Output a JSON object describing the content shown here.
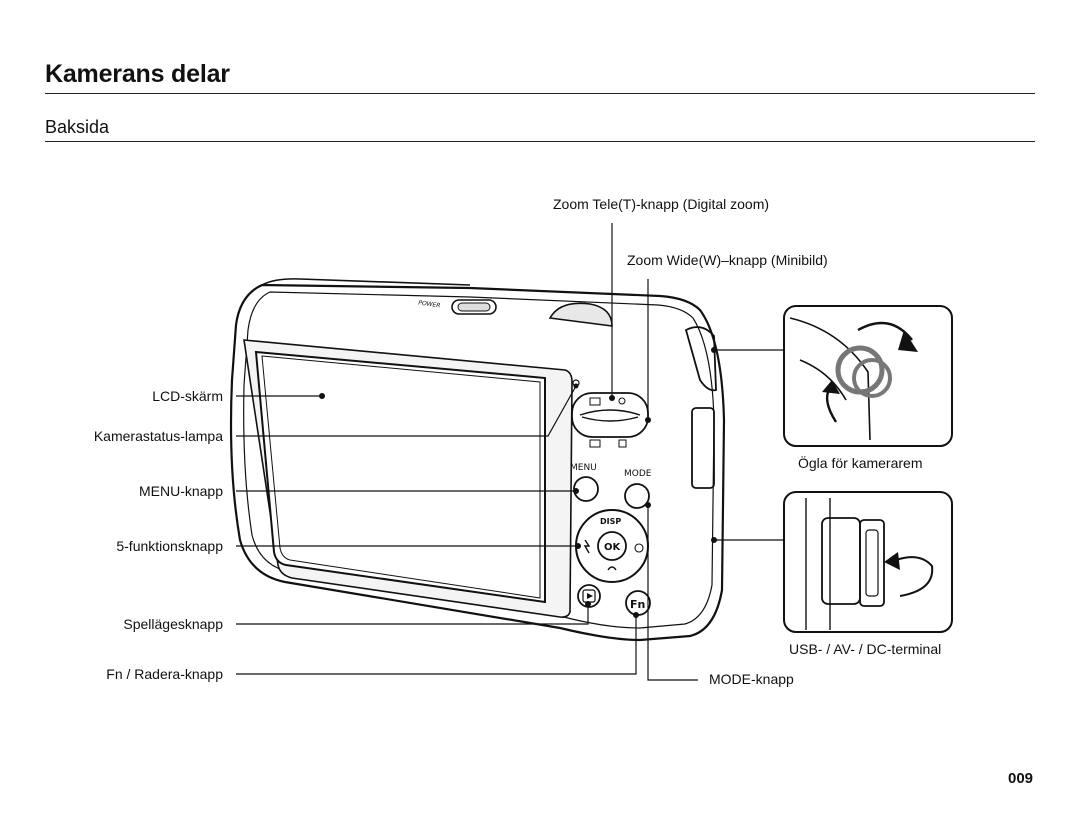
{
  "header": {
    "title": "Kamerans delar",
    "subtitle": "Baksida"
  },
  "labels": {
    "zoom_tele": "Zoom Tele(T)-knapp (Digital zoom)",
    "zoom_wide": "Zoom Wide(W)–knapp (Minibild)",
    "lcd": "LCD-skärm",
    "status_lamp": "Kamerastatus-lampa",
    "menu_button": "MENU-knapp",
    "five_function": "5-funktionsknapp",
    "playback": "Spellägesknapp",
    "fn_delete": "Fn / Radera-knapp",
    "mode_button": "MODE-knapp",
    "strap": "Ögla för kamerarem",
    "terminal": "USB- / AV- / DC-terminal"
  },
  "camera_text": {
    "power": "POWER",
    "menu": "MENU",
    "mode": "MODE",
    "disp": "DISP",
    "ok": "OK",
    "fn": "Fn"
  },
  "footer": {
    "page_number": "009"
  }
}
